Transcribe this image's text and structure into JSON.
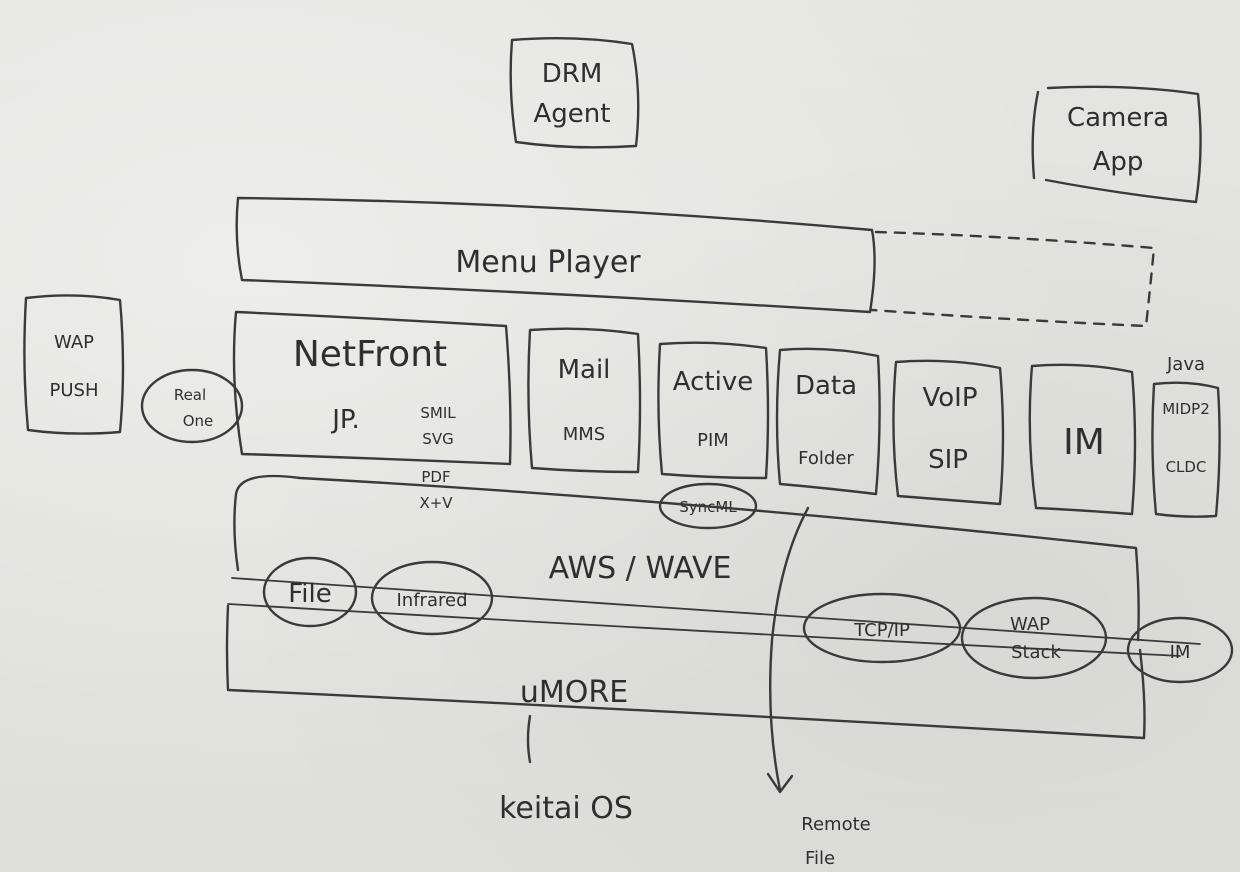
{
  "diagram": {
    "drm_agent": {
      "line1": "DRM",
      "line2": "Agent"
    },
    "camera_app": {
      "line1": "Camera",
      "line2": "App"
    },
    "menu_player": "Menu Player",
    "wap_push": {
      "line1": "WAP",
      "line2": "PUSH"
    },
    "real_one": {
      "line1": "Real",
      "line2": "One"
    },
    "netfront": {
      "title": "NetFront",
      "jp": "JP.",
      "formats": [
        "SMIL",
        "SVG",
        "PDF",
        "X+V"
      ]
    },
    "mail_mms": {
      "line1": "Mail",
      "line2": "MMS"
    },
    "active_pim": {
      "line1": "Active",
      "line2": "PIM"
    },
    "syncml": "SyncML",
    "data_folder": {
      "line1": "Data",
      "line2": "Folder"
    },
    "voip_sip": {
      "line1": "VoIP",
      "line2": "SIP"
    },
    "im_app": "IM",
    "java": {
      "title": "Java",
      "line1": "MIDP2",
      "line2": "CLDC"
    },
    "aws_wave": "AWS / WAVE",
    "file": "File",
    "infrared": "Infrared",
    "tcp_ip": "TCP/IP",
    "wap_stack": {
      "line1": "WAP",
      "line2": "Stack"
    },
    "im_stack": "IM",
    "umore": "uMORE",
    "keitai_os": "keitai OS",
    "remote_file": {
      "line1": "Remote",
      "line2": "File"
    }
  }
}
